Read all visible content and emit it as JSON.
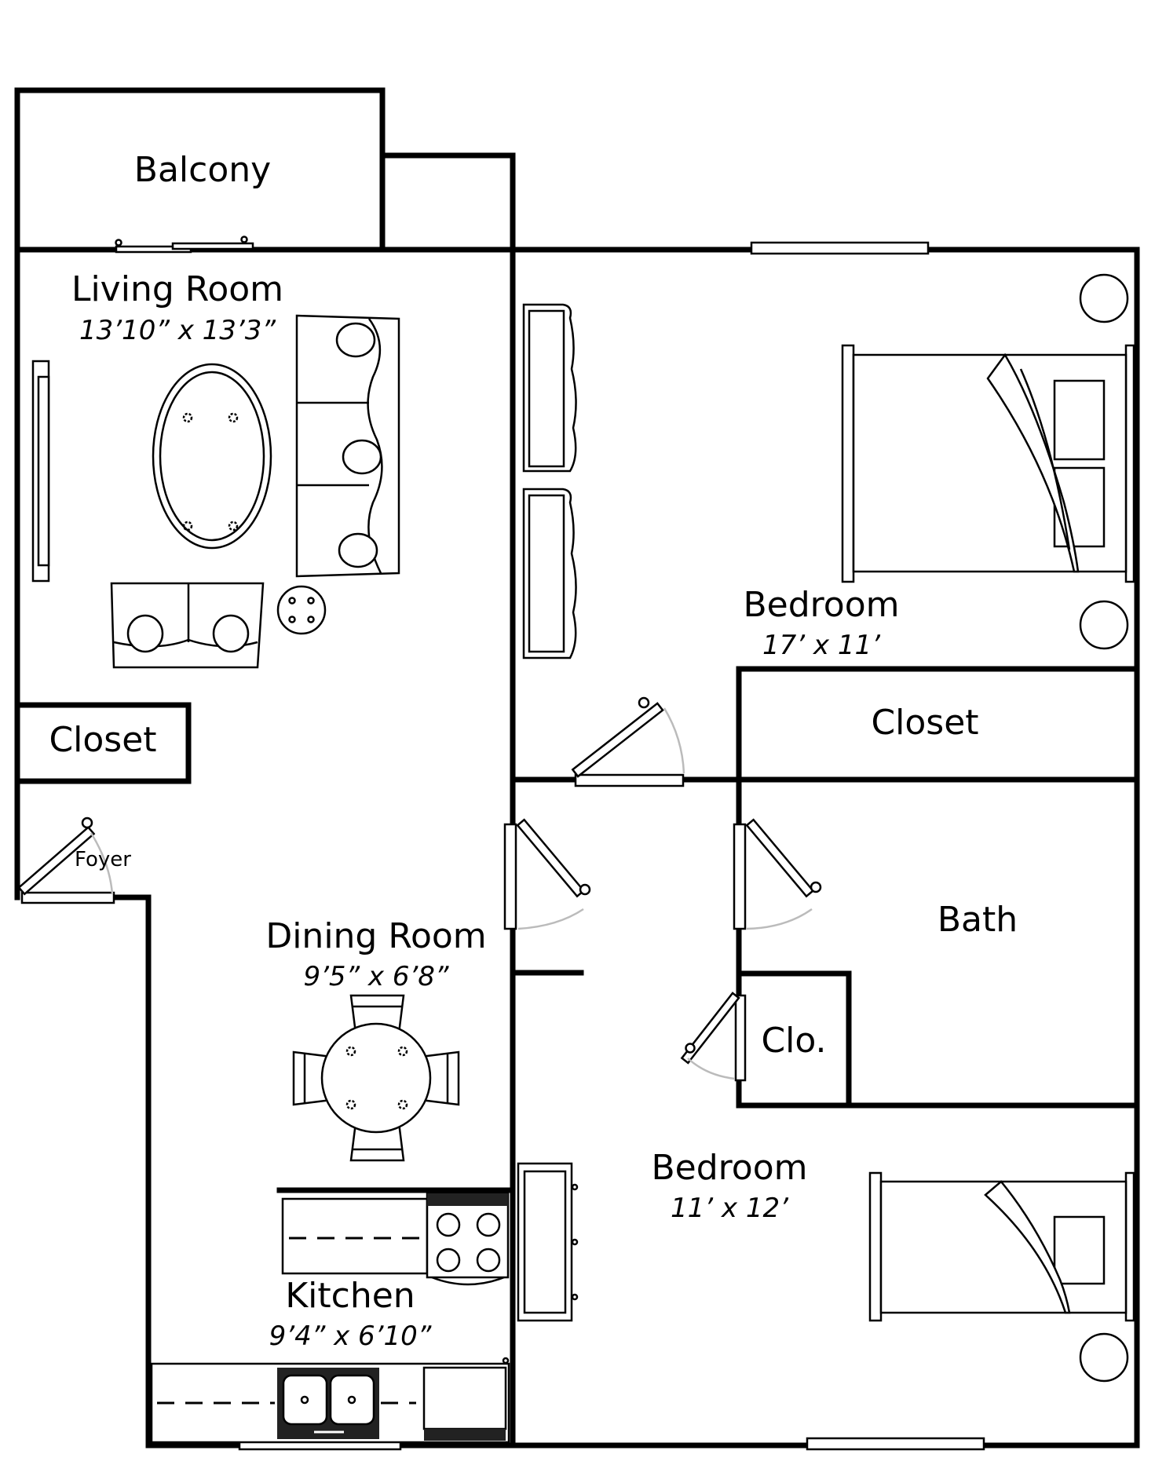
{
  "floor_plan": {
    "rooms": {
      "balcony": {
        "name": "Balcony"
      },
      "living_room": {
        "name": "Living Room",
        "dimensions": "13’10” x 13’3”"
      },
      "closet_entry": {
        "name": "Closet"
      },
      "foyer": {
        "name": "Foyer"
      },
      "dining_room": {
        "name": "Dining Room",
        "dimensions": "9’5” x 6’8”"
      },
      "kitchen": {
        "name": "Kitchen",
        "dimensions": "9’4” x 6’10”"
      },
      "bedroom_1": {
        "name": "Bedroom",
        "dimensions": "17’ x 11’"
      },
      "closet_bedroom": {
        "name": "Closet"
      },
      "bath": {
        "name": "Bath"
      },
      "closet_small": {
        "name": "Clo."
      },
      "bedroom_2": {
        "name": "Bedroom",
        "dimensions": "11’ x 12’"
      }
    },
    "colors": {
      "wall": "#000000",
      "door_swing": "#bbbbbb",
      "background": "#ffffff"
    }
  }
}
